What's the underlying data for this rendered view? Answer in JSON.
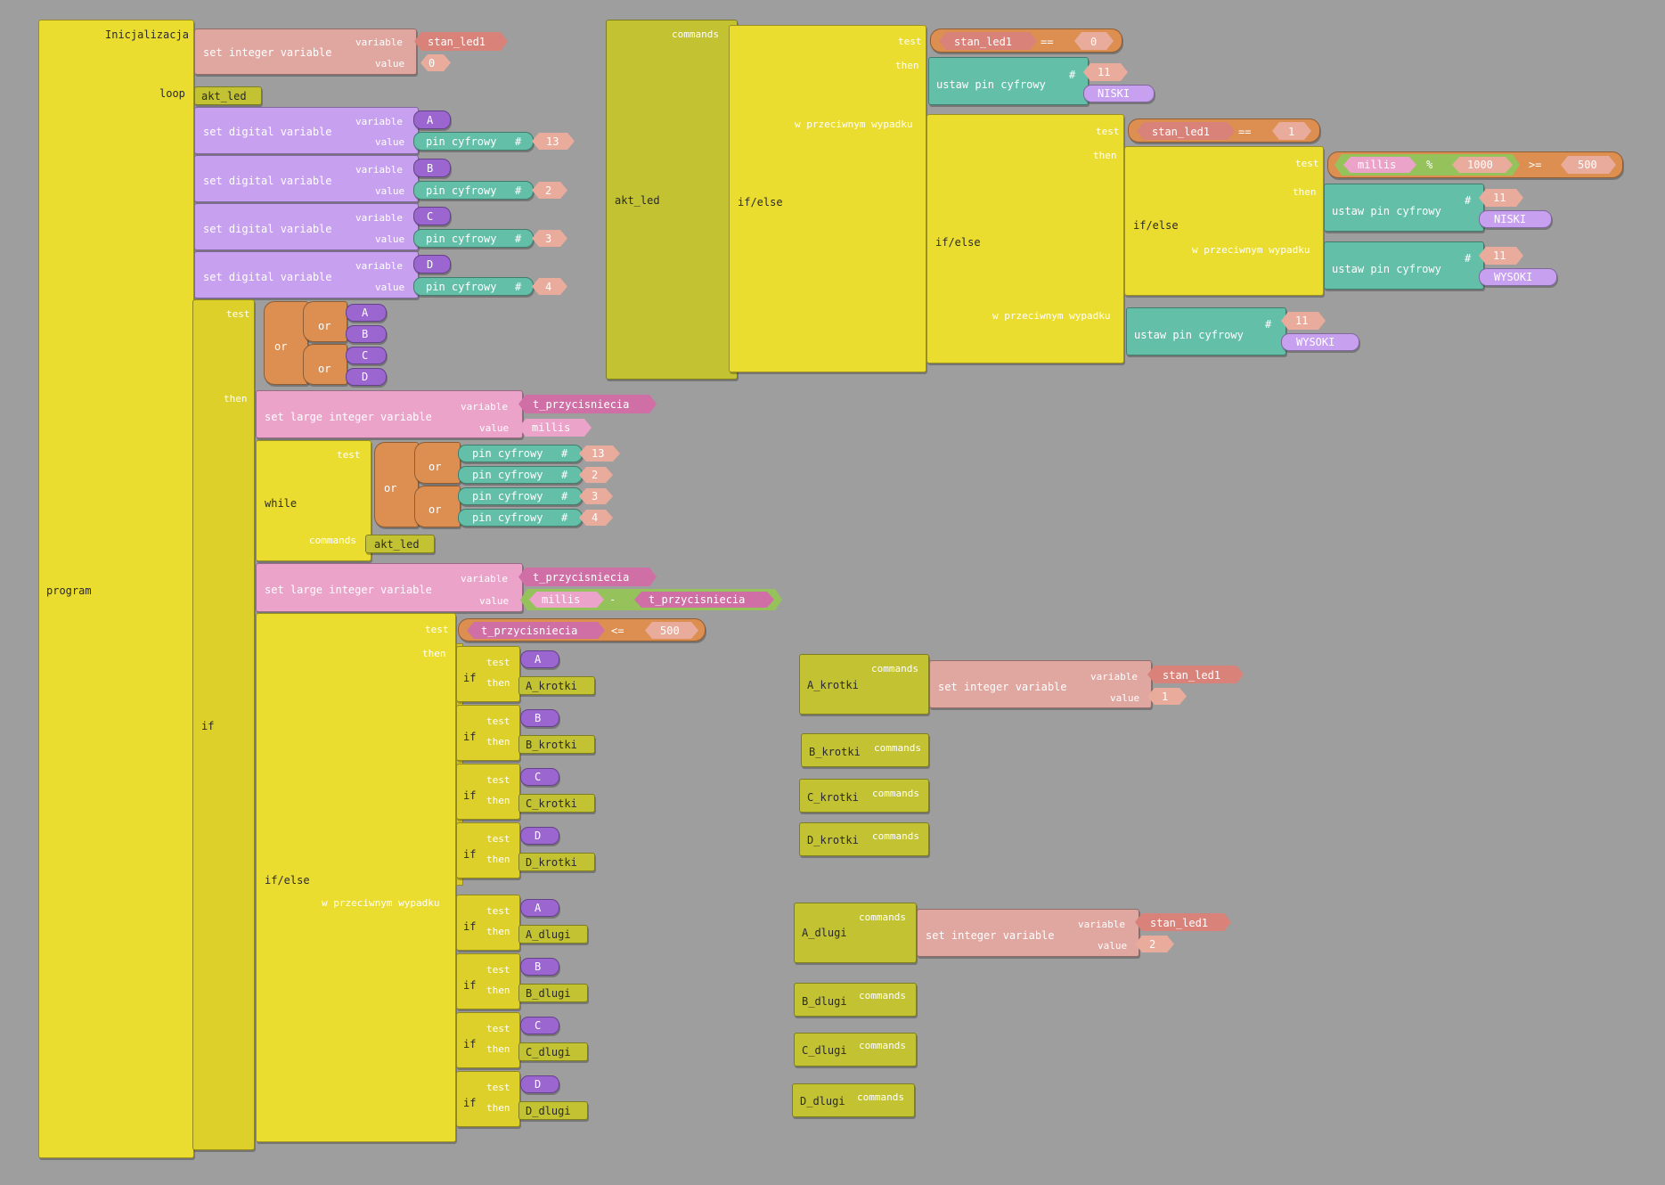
{
  "program": {
    "label": "program",
    "inicjalizacja": "Inicjalizacja",
    "loop": "loop",
    "set_integer": "set integer variable",
    "variable": "variable",
    "value": "value",
    "stan_led1": "stan_led1",
    "zero": "0",
    "akt_led": "akt_led",
    "set_digital": "set digital variable",
    "pin_cyfrowy": "pin cyfrowy",
    "hash": "#",
    "vars": [
      "A",
      "B",
      "C",
      "D"
    ],
    "pins": [
      "13",
      "2",
      "3",
      "4"
    ],
    "if": "if",
    "test": "test",
    "then": "then",
    "or": "or",
    "set_large": "set large integer variable",
    "t_przycisniecia": "t_przycisniecia",
    "millis": "millis",
    "while": "while",
    "commands": "commands",
    "minus": "-",
    "le": "<=",
    "v500": "500",
    "ifelse": "if/else",
    "w_przeciwnym": "w przeciwnym wypadku",
    "krotki": [
      "A_krotki",
      "B_krotki",
      "C_krotki",
      "D_krotki"
    ],
    "dlugi": [
      "A_dlugi",
      "B_dlugi",
      "C_dlugi",
      "D_dlugi"
    ]
  },
  "akt_led_proc": {
    "name": "akt_led",
    "commands": "commands",
    "ifelse": "if/else",
    "test": "test",
    "then": "then",
    "w_przeciwnym": "w przeciwnym wypadku",
    "stan_led1": "stan_led1",
    "eq": "==",
    "zero": "0",
    "one": "1",
    "ustaw": "ustaw pin cyfrowy",
    "hash": "#",
    "pin11": "11",
    "niski": "NISKI",
    "wysoki": "WYSOKI",
    "millis": "millis",
    "mod": "%",
    "v1000": "1000",
    "ge": ">=",
    "v500": "500"
  },
  "procs": {
    "commands": "commands",
    "set_integer": "set integer variable",
    "variable": "variable",
    "value": "value",
    "stan_led1": "stan_led1",
    "a_krotki": "A_krotki",
    "b_krotki": "B_krotki",
    "c_krotki": "C_krotki",
    "d_krotki": "D_krotki",
    "a_dlugi": "A_dlugi",
    "b_dlugi": "B_dlugi",
    "c_dlugi": "C_dlugi",
    "d_dlugi": "D_dlugi",
    "one": "1",
    "two": "2"
  }
}
